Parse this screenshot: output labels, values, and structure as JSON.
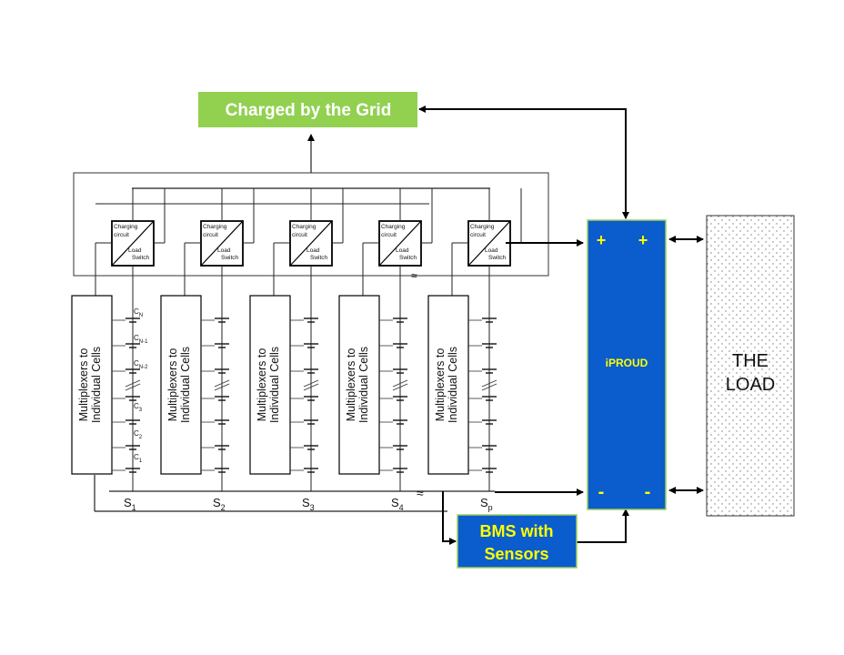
{
  "grid_box": {
    "label": "Charged by the Grid",
    "fill": "#92d050",
    "text_color": "#ffffff"
  },
  "iproud": {
    "label": "iPROUD",
    "plus_left": "+",
    "plus_right": "+",
    "minus_left": "-",
    "minus_right": "-",
    "fill": "#0b5ccc",
    "label_color": "#ffff00"
  },
  "bms": {
    "line1": "BMS with",
    "line2": "Sensors",
    "fill": "#0b5ccc",
    "text_color": "#ffff00"
  },
  "load": {
    "line1": "THE",
    "line2": "LOAD"
  },
  "charging_label": {
    "line1": "Charging",
    "line2": "circuit",
    "line3": "Load",
    "line4": "Switch"
  },
  "mux_label": {
    "line1": "Multiplexers to",
    "line2": "Individual Cells"
  },
  "cell_labels": {
    "top_main": "C",
    "top_sub": "N",
    "n1_main": "C",
    "n1_sub": "N-1",
    "n2_main": "C",
    "n2_sub": "N-2",
    "c3_main": "C",
    "c3_sub": "3",
    "c2_main": "C",
    "c2_sub": "2",
    "c1_main": "C",
    "c1_sub": "1"
  },
  "strings": [
    {
      "main": "S",
      "sub": "1"
    },
    {
      "main": "S",
      "sub": "2"
    },
    {
      "main": "S",
      "sub": "3"
    },
    {
      "main": "S",
      "sub": "4"
    },
    {
      "main": "S",
      "sub": "p"
    }
  ],
  "break_symbol": "≈"
}
